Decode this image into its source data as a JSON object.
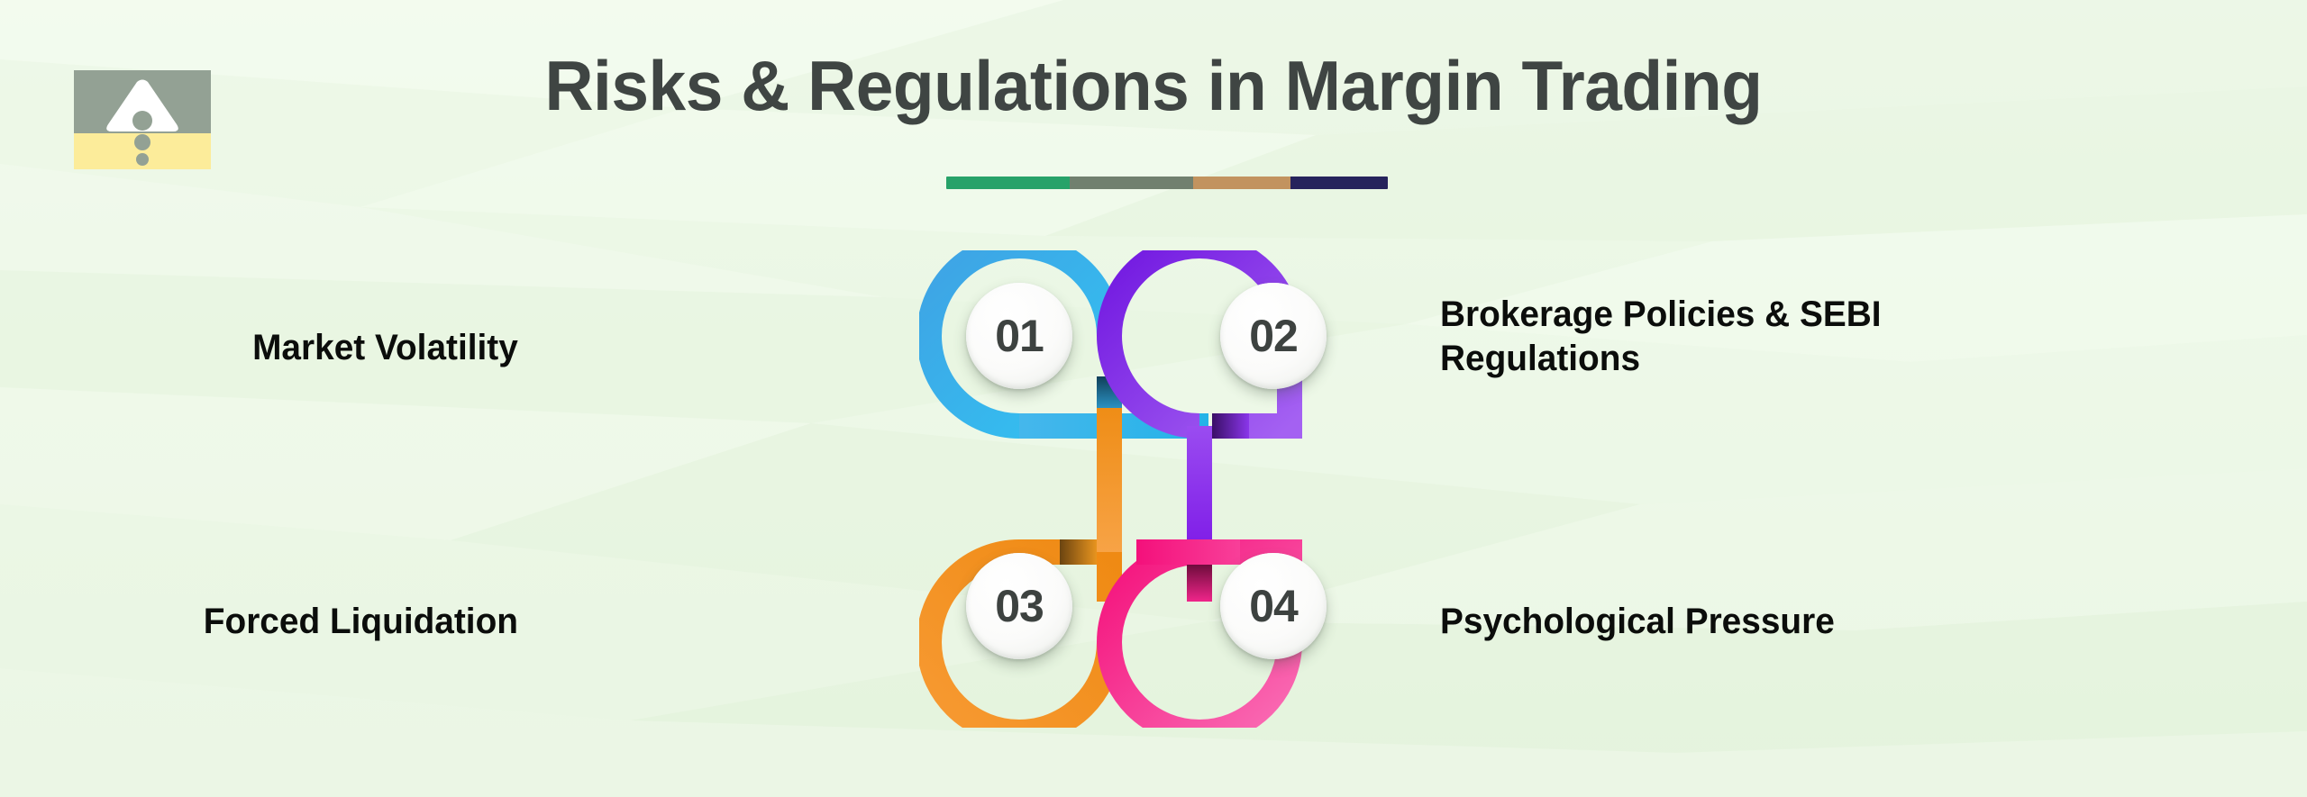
{
  "header": {
    "title": "Risks & Regulations in Margin Trading",
    "logo": {
      "icon": "warning-triangle-icon",
      "gray_color": "#93a194",
      "yellow_color": "#fcec9a",
      "triangle_color": "#ffffff"
    },
    "divider_segments": [
      {
        "name": "green",
        "color": "#27a269",
        "width_pct": 28
      },
      {
        "name": "sage",
        "color": "#71806f",
        "width_pct": 28
      },
      {
        "name": "bronze",
        "color": "#c2935f",
        "width_pct": 22
      },
      {
        "name": "navy",
        "color": "#26235c",
        "width_pct": 22
      }
    ]
  },
  "diagram": {
    "type": "pinwheel-4-step",
    "steps": [
      {
        "number": "01",
        "label": "Market Volatility",
        "position": "top-left",
        "label_side": "left",
        "color_from": "#3fa9e8",
        "color_to": "#36c0ef",
        "fold_color": "#0f4a6b"
      },
      {
        "number": "02",
        "label": "Brokerage Policies & SEBI Regulations",
        "position": "top-right",
        "label_side": "right",
        "color_from": "#7b1fe0",
        "color_to": "#a259f0",
        "fold_color": "#3c1069"
      },
      {
        "number": "03",
        "label": "Forced Liquidation",
        "position": "bottom-left",
        "label_side": "left",
        "color_from": "#f59a3c",
        "color_to": "#f28a1a",
        "fold_color": "#6b4410"
      },
      {
        "number": "04",
        "label": "Psychological Pressure",
        "position": "bottom-right",
        "label_side": "right",
        "color_from": "#f5197f",
        "color_to": "#f962b0",
        "fold_color": "#6e0c3c"
      }
    ]
  },
  "theme": {
    "background_light": "#eef9e9",
    "background_dark": "#e4f3dd",
    "title_color": "#3f4543",
    "label_color": "#0b0d0b",
    "number_color": "#3d4240"
  }
}
